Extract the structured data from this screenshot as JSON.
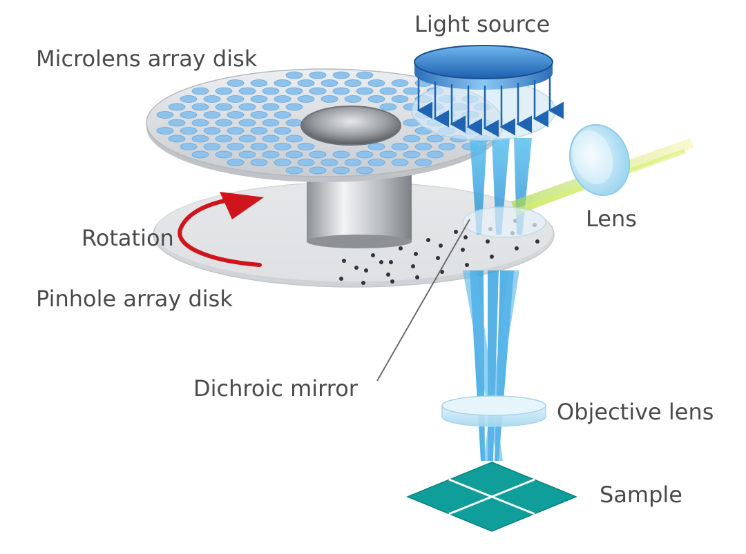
{
  "labels": {
    "light_source": "Light source",
    "microlens_array_disk": "Microlens array disk",
    "lens": "Lens",
    "rotation": "Rotation",
    "pinhole_array_disk": "Pinhole array disk",
    "dichroic_mirror": "Dichroic mirror",
    "objective_lens": "Objective lens",
    "sample": "Sample"
  },
  "colors": {
    "beam_blue": "#3aa6e0",
    "disk_gray": "#d9dcdf",
    "light_source_blue": "#1f6fbf",
    "rotation_arrow_red": "#d0141c",
    "emission_yellow_green": "#c8e05a",
    "sample_teal": "#0f9e9a"
  }
}
